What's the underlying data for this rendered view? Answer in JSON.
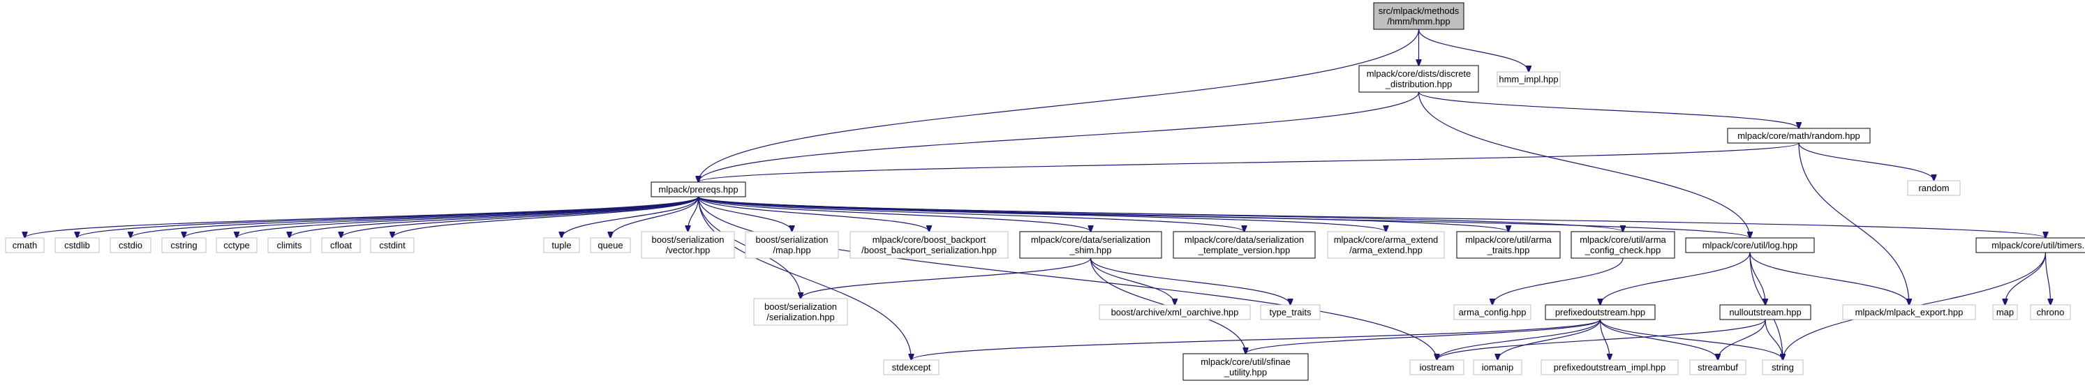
{
  "colors": {
    "edge": "#191970",
    "root_fill": "#bfbfbf",
    "root_border": "#000000",
    "documented_border": "#000000",
    "external_border": "#bfbfbf",
    "background": "#ffffff"
  },
  "nodes": [
    {
      "id": "hmm",
      "lines": [
        "src/mlpack/methods",
        "/hmm/hmm.hpp"
      ],
      "kind": "root"
    },
    {
      "id": "discrete",
      "lines": [
        "mlpack/core/dists/discrete",
        "_distribution.hpp"
      ],
      "kind": "documented"
    },
    {
      "id": "hmm_impl",
      "lines": [
        "hmm_impl.hpp"
      ],
      "kind": "external"
    },
    {
      "id": "random",
      "lines": [
        "mlpack/core/math/random.hpp"
      ],
      "kind": "documented"
    },
    {
      "id": "prereqs",
      "lines": [
        "mlpack/prereqs.hpp"
      ],
      "kind": "documented"
    },
    {
      "id": "random_std",
      "lines": [
        "random"
      ],
      "kind": "external"
    },
    {
      "id": "cmath",
      "lines": [
        "cmath"
      ],
      "kind": "external"
    },
    {
      "id": "cstdlib",
      "lines": [
        "cstdlib"
      ],
      "kind": "external"
    },
    {
      "id": "cstdio",
      "lines": [
        "cstdio"
      ],
      "kind": "external"
    },
    {
      "id": "cstring",
      "lines": [
        "cstring"
      ],
      "kind": "external"
    },
    {
      "id": "cctype",
      "lines": [
        "cctype"
      ],
      "kind": "external"
    },
    {
      "id": "climits",
      "lines": [
        "climits"
      ],
      "kind": "external"
    },
    {
      "id": "cfloat",
      "lines": [
        "cfloat"
      ],
      "kind": "external"
    },
    {
      "id": "cstdint",
      "lines": [
        "cstdint"
      ],
      "kind": "external"
    },
    {
      "id": "tuple",
      "lines": [
        "tuple"
      ],
      "kind": "external"
    },
    {
      "id": "queue",
      "lines": [
        "queue"
      ],
      "kind": "external"
    },
    {
      "id": "bs_vector",
      "lines": [
        "boost/serialization",
        "/vector.hpp"
      ],
      "kind": "external"
    },
    {
      "id": "bs_map",
      "lines": [
        "boost/serialization",
        "/map.hpp"
      ],
      "kind": "external"
    },
    {
      "id": "backport",
      "lines": [
        "mlpack/core/boost_backport",
        "/boost_backport_serialization.hpp"
      ],
      "kind": "external"
    },
    {
      "id": "ser_shim",
      "lines": [
        "mlpack/core/data/serialization",
        "_shim.hpp"
      ],
      "kind": "documented"
    },
    {
      "id": "ser_tmpl",
      "lines": [
        "mlpack/core/data/serialization",
        "_template_version.hpp"
      ],
      "kind": "documented"
    },
    {
      "id": "arma_extend",
      "lines": [
        "mlpack/core/arma_extend",
        "/arma_extend.hpp"
      ],
      "kind": "external"
    },
    {
      "id": "arma_traits",
      "lines": [
        "mlpack/core/util/arma",
        "_traits.hpp"
      ],
      "kind": "documented"
    },
    {
      "id": "arma_cfg_chk",
      "lines": [
        "mlpack/core/util/arma",
        "_config_check.hpp"
      ],
      "kind": "documented"
    },
    {
      "id": "log",
      "lines": [
        "mlpack/core/util/log.hpp"
      ],
      "kind": "documented"
    },
    {
      "id": "timers",
      "lines": [
        "mlpack/core/util/timers.hpp"
      ],
      "kind": "documented"
    },
    {
      "id": "bs_serialization",
      "lines": [
        "boost/serialization",
        "/serialization.hpp"
      ],
      "kind": "external"
    },
    {
      "id": "xml_oarchive",
      "lines": [
        "boost/archive/xml_oarchive.hpp"
      ],
      "kind": "external"
    },
    {
      "id": "type_traits",
      "lines": [
        "type_traits"
      ],
      "kind": "external"
    },
    {
      "id": "arma_config",
      "lines": [
        "arma_config.hpp"
      ],
      "kind": "external"
    },
    {
      "id": "prefixed",
      "lines": [
        "prefixedoutstream.hpp"
      ],
      "kind": "documented"
    },
    {
      "id": "nullout",
      "lines": [
        "nulloutstream.hpp"
      ],
      "kind": "documented"
    },
    {
      "id": "mlpack_export",
      "lines": [
        "mlpack/mlpack_export.hpp"
      ],
      "kind": "external"
    },
    {
      "id": "map",
      "lines": [
        "map"
      ],
      "kind": "external"
    },
    {
      "id": "chrono",
      "lines": [
        "chrono"
      ],
      "kind": "external"
    },
    {
      "id": "stdexcept",
      "lines": [
        "stdexcept"
      ],
      "kind": "external"
    },
    {
      "id": "sfinae",
      "lines": [
        "mlpack/core/util/sfinae",
        "_utility.hpp"
      ],
      "kind": "documented"
    },
    {
      "id": "iostream",
      "lines": [
        "iostream"
      ],
      "kind": "external"
    },
    {
      "id": "iomanip",
      "lines": [
        "iomanip"
      ],
      "kind": "external"
    },
    {
      "id": "prefixed_impl",
      "lines": [
        "prefixedoutstream_impl.hpp"
      ],
      "kind": "external"
    },
    {
      "id": "streambuf",
      "lines": [
        "streambuf"
      ],
      "kind": "external"
    },
    {
      "id": "string",
      "lines": [
        "string"
      ],
      "kind": "external"
    }
  ],
  "edges": [
    [
      "hmm",
      "discrete"
    ],
    [
      "hmm",
      "hmm_impl"
    ],
    [
      "hmm",
      "prereqs"
    ],
    [
      "discrete",
      "prereqs"
    ],
    [
      "discrete",
      "random"
    ],
    [
      "discrete",
      "log"
    ],
    [
      "random",
      "prereqs"
    ],
    [
      "random",
      "random_std"
    ],
    [
      "random",
      "mlpack_export"
    ],
    [
      "prereqs",
      "cmath"
    ],
    [
      "prereqs",
      "cstdlib"
    ],
    [
      "prereqs",
      "cstdio"
    ],
    [
      "prereqs",
      "cstring"
    ],
    [
      "prereqs",
      "cctype"
    ],
    [
      "prereqs",
      "climits"
    ],
    [
      "prereqs",
      "cfloat"
    ],
    [
      "prereqs",
      "cstdint"
    ],
    [
      "prereqs",
      "tuple"
    ],
    [
      "prereqs",
      "queue"
    ],
    [
      "prereqs",
      "bs_vector"
    ],
    [
      "prereqs",
      "bs_map"
    ],
    [
      "prereqs",
      "backport"
    ],
    [
      "prereqs",
      "ser_shim"
    ],
    [
      "prereqs",
      "ser_tmpl"
    ],
    [
      "prereqs",
      "arma_extend"
    ],
    [
      "prereqs",
      "arma_traits"
    ],
    [
      "prereqs",
      "arma_cfg_chk"
    ],
    [
      "prereqs",
      "log"
    ],
    [
      "prereqs",
      "timers"
    ],
    [
      "prereqs",
      "bs_serialization"
    ],
    [
      "prereqs",
      "stdexcept"
    ],
    [
      "prereqs",
      "iostream"
    ],
    [
      "ser_shim",
      "bs_serialization"
    ],
    [
      "ser_shim",
      "xml_oarchive"
    ],
    [
      "ser_shim",
      "type_traits"
    ],
    [
      "ser_shim",
      "sfinae"
    ],
    [
      "arma_cfg_chk",
      "arma_config"
    ],
    [
      "log",
      "prefixed"
    ],
    [
      "log",
      "nullout"
    ],
    [
      "log",
      "mlpack_export"
    ],
    [
      "log",
      "string"
    ],
    [
      "timers",
      "map"
    ],
    [
      "timers",
      "chrono"
    ],
    [
      "timers",
      "string"
    ],
    [
      "prefixed",
      "stdexcept"
    ],
    [
      "prefixed",
      "sfinae"
    ],
    [
      "prefixed",
      "iostream"
    ],
    [
      "prefixed",
      "iomanip"
    ],
    [
      "prefixed",
      "prefixed_impl"
    ],
    [
      "prefixed",
      "streambuf"
    ],
    [
      "prefixed",
      "string"
    ],
    [
      "nullout",
      "iostream"
    ],
    [
      "nullout",
      "streambuf"
    ],
    [
      "nullout",
      "string"
    ]
  ]
}
